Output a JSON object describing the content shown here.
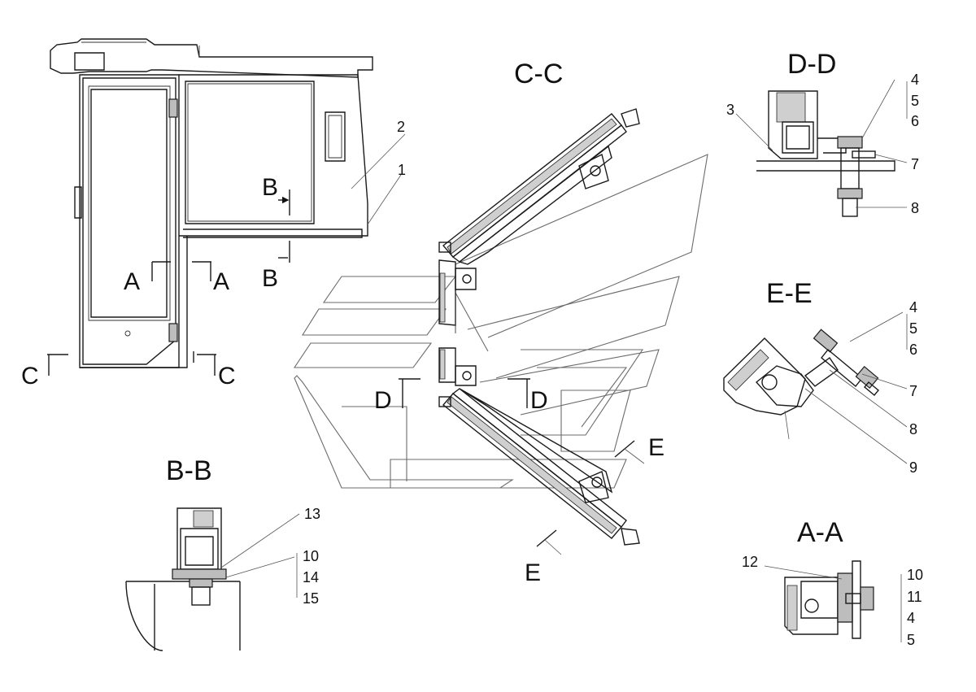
{
  "views": {
    "cc_title": "C-C",
    "dd_title": "D-D",
    "ee_title": "E-E",
    "bb_title": "B-B",
    "aa_title": "A-A"
  },
  "section_marks": {
    "b_upper": "B",
    "b_lower": "B",
    "a_left": "A",
    "a_right": "A",
    "c_left": "C",
    "c_right": "C",
    "d_left": "D",
    "d_right": "D",
    "e_upper": "E",
    "e_lower": "E"
  },
  "main_view_callouts": {
    "p1": "1",
    "p2": "2"
  },
  "dd_callouts": {
    "p3": "3",
    "p4": "4",
    "p5": "5",
    "p6": "6",
    "p7": "7",
    "p8": "8"
  },
  "ee_callouts": {
    "p4": "4",
    "p5": "5",
    "p6": "6",
    "p7": "7",
    "p8": "8",
    "p9": "9"
  },
  "bb_callouts": {
    "p13": "13",
    "p10": "10",
    "p14": "14",
    "p15": "15"
  },
  "aa_callouts": {
    "p12": "12",
    "p10": "10",
    "p11": "11",
    "p4": "4",
    "p5": "5"
  }
}
